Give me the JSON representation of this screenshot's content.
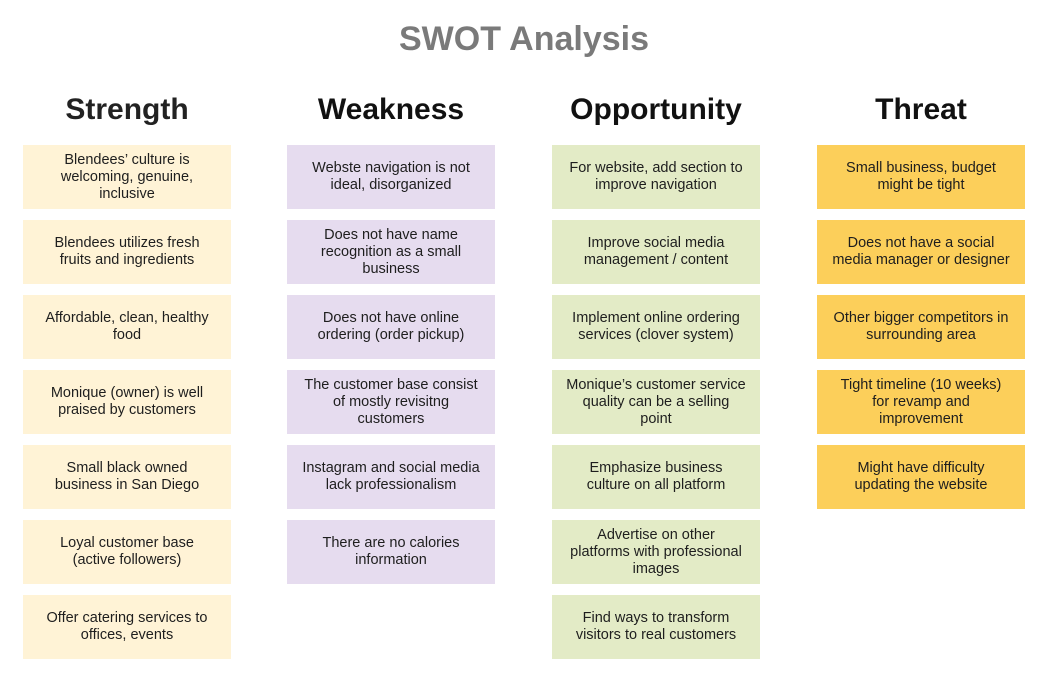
{
  "title": "SWOT Analysis",
  "colors": {
    "strength": "#fff3d6",
    "weakness": "#e6dcef",
    "opportunity": "#e3ebc6",
    "threat": "#fccf5a"
  },
  "columns": [
    {
      "heading": "Strength",
      "items": [
        "Blendees’ culture is welcoming, genuine, inclusive",
        "Blendees utilizes fresh fruits and ingredients",
        "Affordable, clean, healthy food",
        "Monique (owner) is well praised by customers",
        "Small black owned business in San Diego",
        "Loyal customer base (active followers)",
        "Offer catering services to offices, events"
      ]
    },
    {
      "heading": "Weakness",
      "items": [
        "Webste navigation is not ideal, disorganized",
        "Does not have name recognition as a small business",
        "Does not have online ordering (order pickup)",
        "The customer base consist of mostly revisitng customers",
        "Instagram and social media lack professionalism",
        "There are no calories information"
      ]
    },
    {
      "heading": "Opportunity",
      "items": [
        "For website, add section to improve navigation",
        "Improve social media management / content",
        "Implement online ordering services (clover system)",
        "Monique’s customer service quality can be a selling point",
        "Emphasize business culture on all platform",
        "Advertise on other platforms with professional images",
        "Find ways to transform visitors to real customers"
      ]
    },
    {
      "heading": "Threat",
      "items": [
        "Small business, budget might be tight",
        "Does not have a social media manager or designer",
        "Other bigger competitors in surrounding area",
        "Tight timeline (10 weeks) for revamp and improvement",
        "Might have difficulty updating the website"
      ]
    }
  ]
}
